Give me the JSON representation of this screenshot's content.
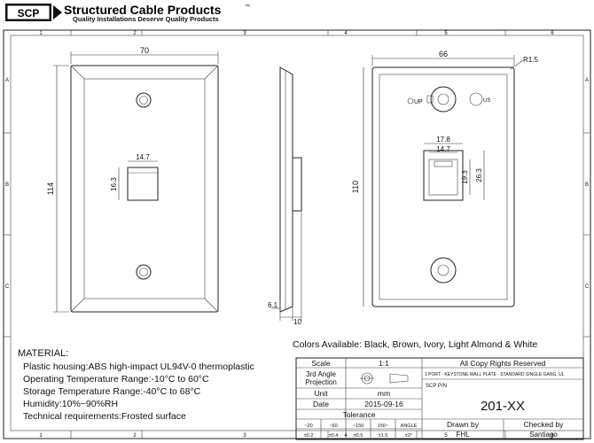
{
  "header": {
    "logo_text": "SCP",
    "brand": "Structured Cable Products",
    "tm": "™",
    "tagline": "Quality Installations Deserve Quality Products"
  },
  "grid": {
    "columns": [
      "1",
      "2",
      "3",
      "4",
      "5",
      "6"
    ],
    "rows": [
      "A",
      "B",
      "C"
    ]
  },
  "dimensions": {
    "front_width": "70",
    "front_height": "114",
    "port_width": "14.7",
    "port_height": "16.3",
    "side_thickness": "6.1",
    "side_depth": "10",
    "back_width": "66",
    "back_height": "110",
    "corner_radius": "R1.5",
    "outer_width": "17.8",
    "inner_width": "14.7",
    "inner_height": "19.3",
    "outer_height": "26.3"
  },
  "colors_available": "Colors Available: Black, Brown, Ivory, Light Almond & White",
  "material": {
    "title": "MATERIAL:",
    "lines": [
      "Plastic housing:ABS high-impact UL94V-0 thermoplastic",
      "Operating Temperature Range:-10°C to 60°C",
      "Storage Temperature Range:-40°C to 68°C",
      "Humidity:10%~90%RH",
      "Technical requirements:Frosted surface"
    ]
  },
  "title_block": {
    "scale_label": "Scale",
    "scale_value": "1:1",
    "projection_label": "3rd Angle Projection",
    "unit_label": "Unit",
    "unit_value": "mm",
    "date_label": "Date",
    "date_value": "2015-09-16",
    "tolerance_label": "Tolerance",
    "tol_headers": [
      "~20",
      "~50",
      "~150",
      "150~",
      "ANGLE"
    ],
    "tol_values": [
      "±0.2",
      "±0.4",
      "±0.5",
      "±1.5",
      "±2°"
    ],
    "rights": "All Copy Rights Reserved",
    "description": "1 PORT - KEYSTONE WALL PLATE - STANDARD SINGLE GANG, UL",
    "pn_label": "SCP P/N",
    "pn_value": "201-XX",
    "drawn_label": "Drawn by",
    "drawn_value": "FHL",
    "checked_label": "Checked by",
    "checked_value": "Santiago"
  },
  "cert_marks": [
    "UP",
    "US"
  ]
}
